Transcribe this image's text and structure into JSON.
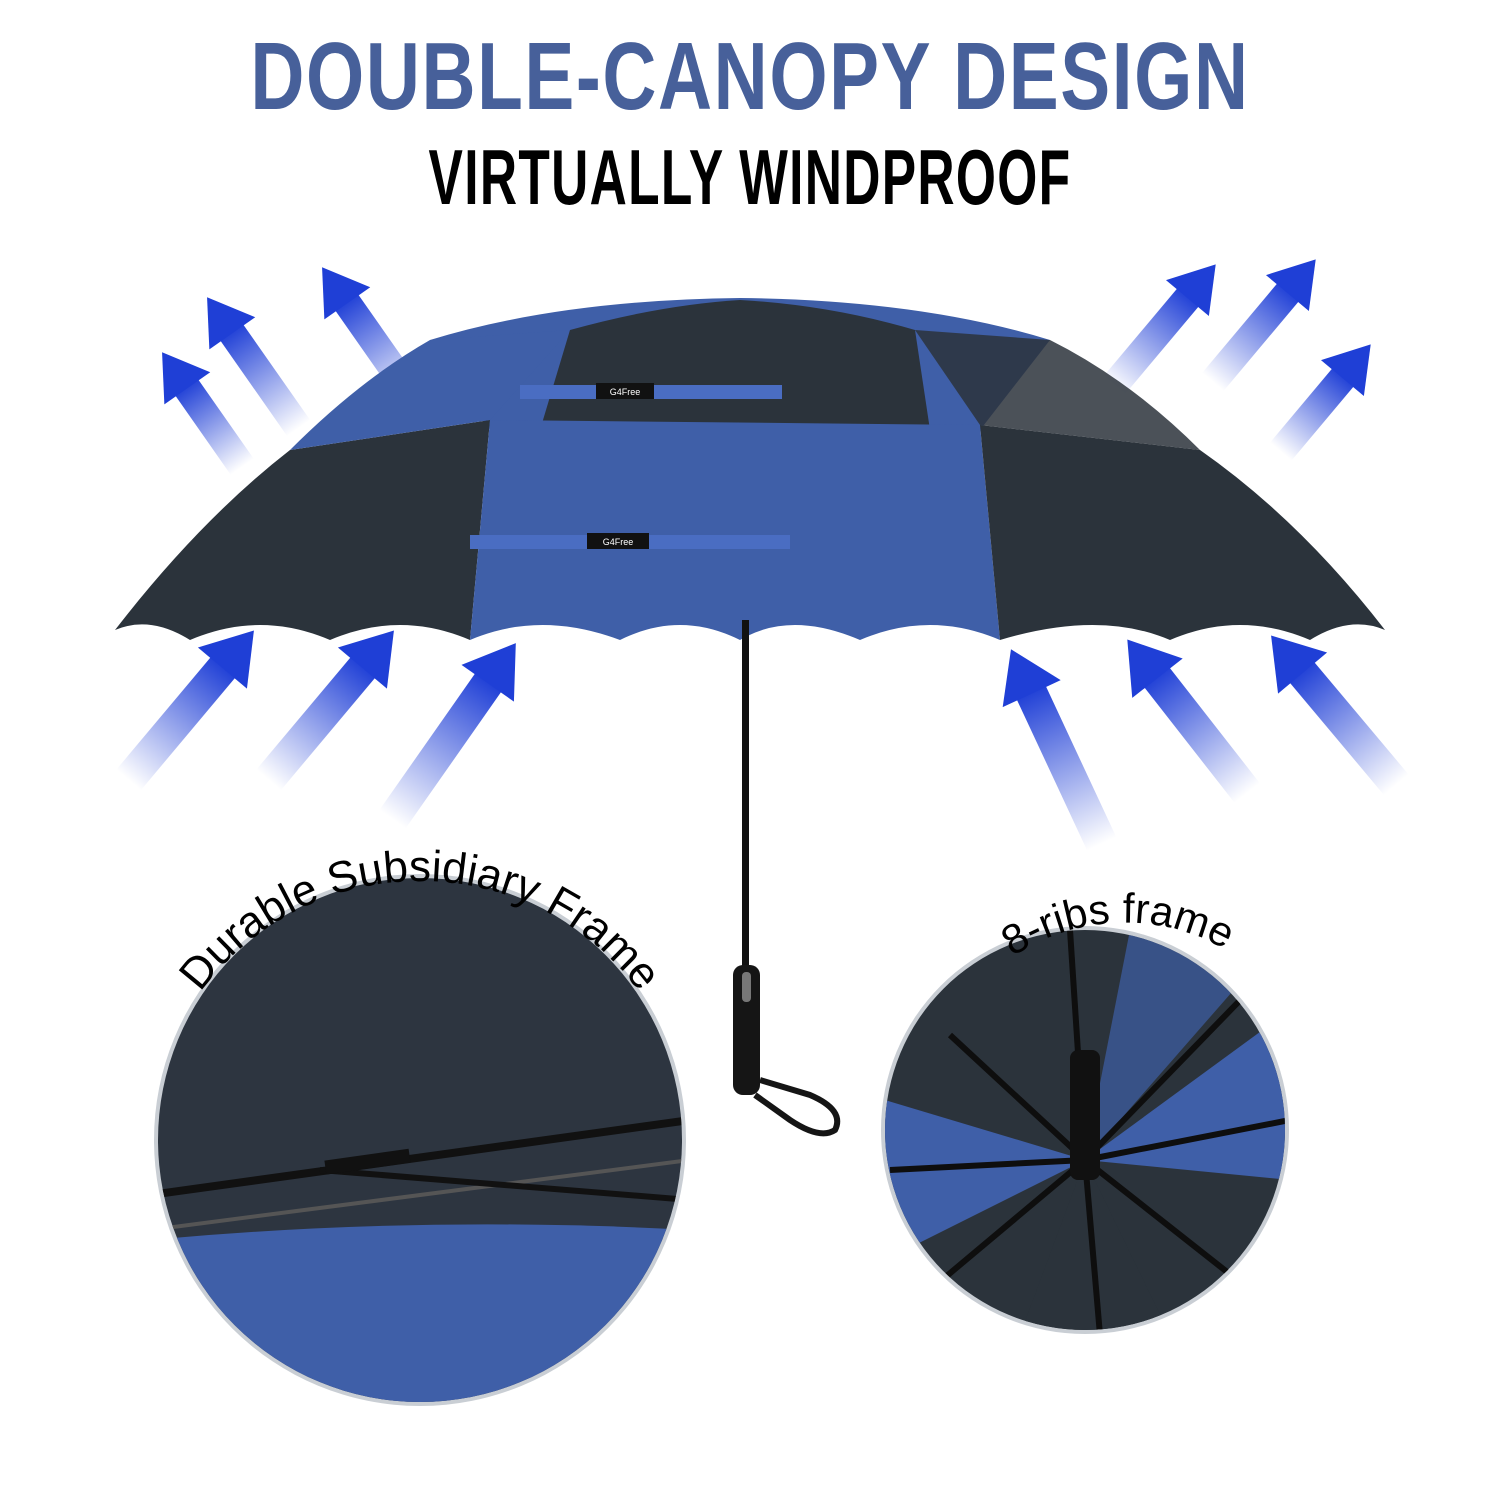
{
  "headline": {
    "title": "DOUBLE-CANOPY DESIGN",
    "subtitle": "VIRTUALLY WINDPROOF"
  },
  "callouts": {
    "left_label": "Durable Subsidiary Frame",
    "right_label": "8-ribs frame"
  },
  "canopy": {
    "strap_brand_label": "G4Free"
  },
  "colors": {
    "title_blue": "#47609a",
    "canopy_blue": "#3f5fa8",
    "canopy_dark": "#2b333b",
    "arrow_blue": "#1f3fd6"
  }
}
